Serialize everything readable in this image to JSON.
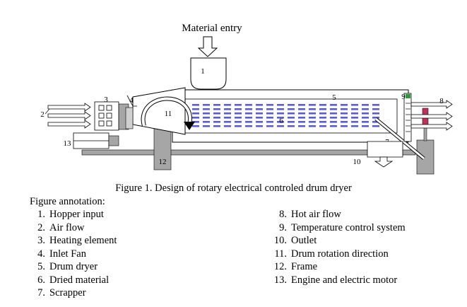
{
  "diagram": {
    "material_entry_label": "Material entry",
    "callouts": [
      "1",
      "2",
      "3",
      "4",
      "5",
      "6",
      "7",
      "8",
      "9",
      "10",
      "11",
      "12",
      "13"
    ]
  },
  "caption": "Figure 1. Design of rotary electrical controled drum dryer",
  "annotation_title": "Figure annotation:",
  "annotations_left": [
    {
      "num": "1.",
      "text": "Hopper input"
    },
    {
      "num": "2.",
      "text": "Air flow"
    },
    {
      "num": "3.",
      "text": "Heating element"
    },
    {
      "num": "4.",
      "text": "Inlet Fan"
    },
    {
      "num": "5.",
      "text": "Drum dryer"
    },
    {
      "num": "6.",
      "text": "Dried material"
    },
    {
      "num": "7.",
      "text": "Scrapper"
    }
  ],
  "annotations_right": [
    {
      "num": "8.",
      "text": "Hot air flow"
    },
    {
      "num": "9.",
      "text": "Temperature control system"
    },
    {
      "num": "10.",
      "text": "Outlet"
    },
    {
      "num": "11.",
      "text": "Drum rotation direction"
    },
    {
      "num": "12.",
      "text": "Frame"
    },
    {
      "num": "13.",
      "text": "Engine and electric motor"
    }
  ],
  "colors": {
    "frame_gray": "#a6a6a6",
    "material_blue": "#5b5be0",
    "sensor_green": "#2e9b3a",
    "sensor_red": "#c0305a"
  }
}
